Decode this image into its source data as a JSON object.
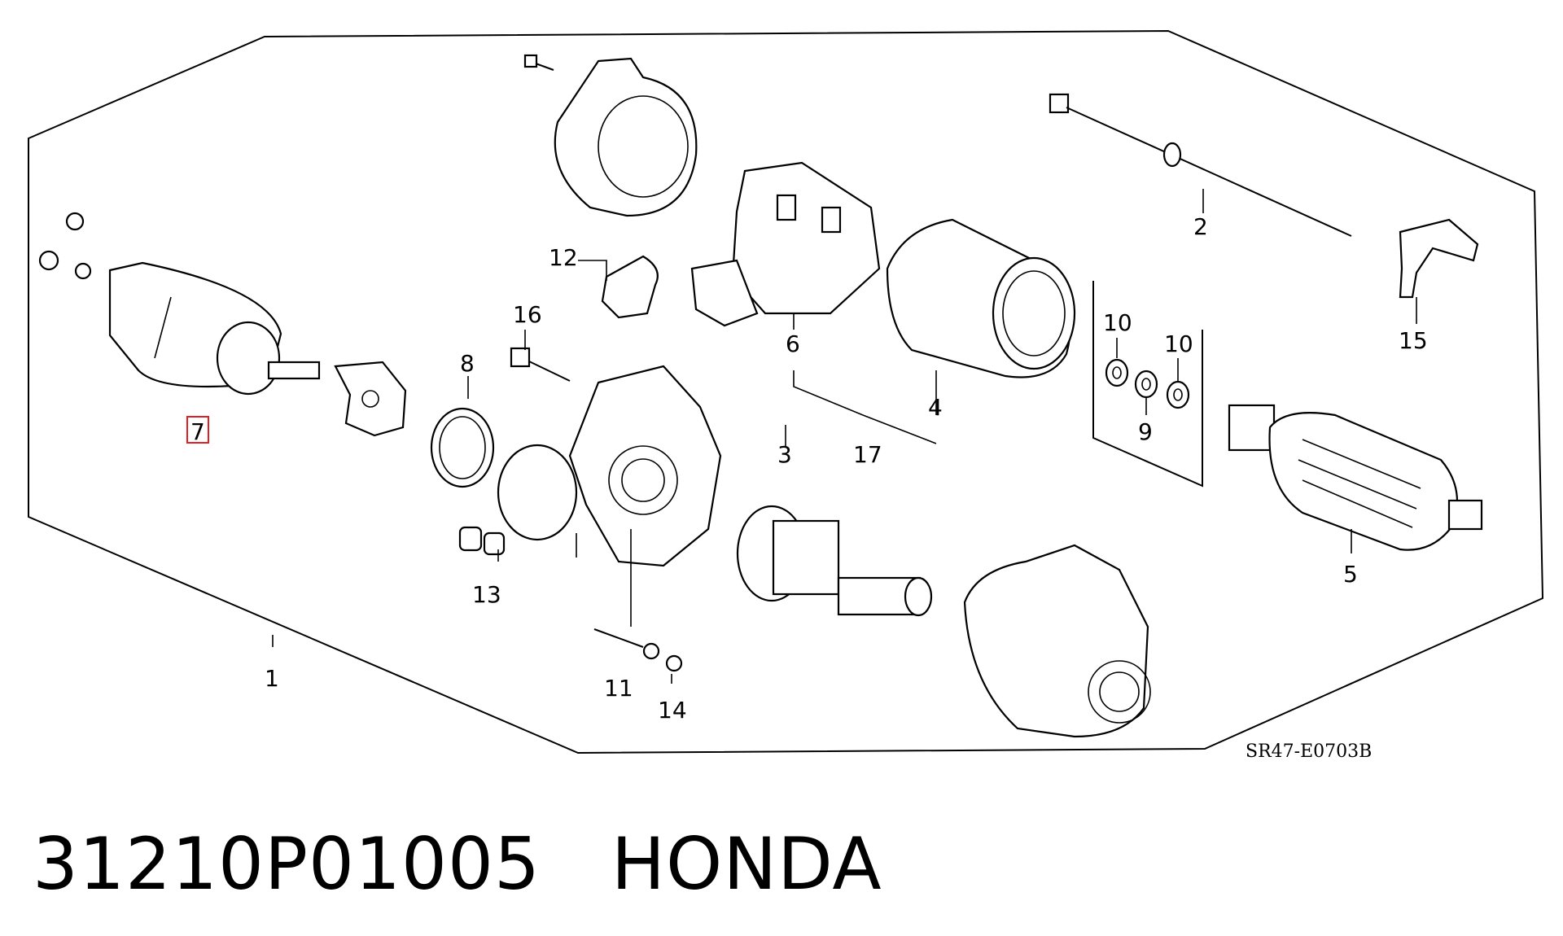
{
  "diagram": {
    "reference_code": "SR47-E0703B",
    "highlight_color": "#e02020",
    "callouts": {
      "c1": "1",
      "c2": "2",
      "c3": "3",
      "c4": "4",
      "c5": "5",
      "c6": "6",
      "c7": "7",
      "c8": "8",
      "c9": "9",
      "c10a": "10",
      "c10b": "10",
      "c11": "11",
      "c12": "12",
      "c13": "13",
      "c14": "14",
      "c15": "15",
      "c16": "16",
      "c17": "17"
    }
  },
  "caption": {
    "part_number": "31210P01005",
    "brand": "HONDA"
  }
}
